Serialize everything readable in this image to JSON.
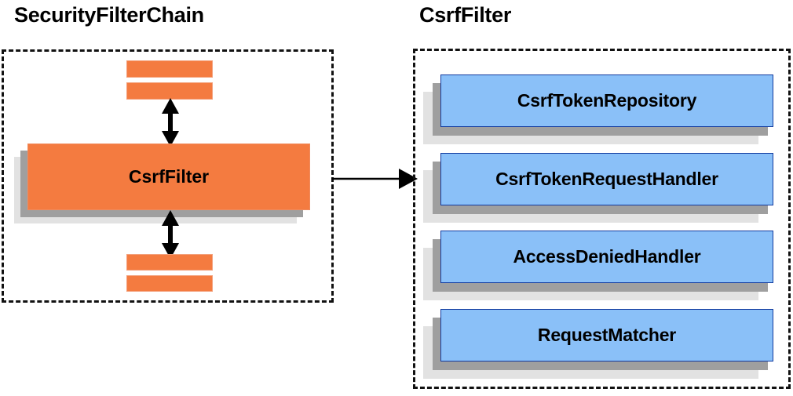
{
  "diagram": {
    "title_left": "SecurityFilterChain",
    "title_right": "CsrfFilter",
    "left_panel": {
      "name": "SecurityFilterChain",
      "filter_box_label": "CsrfFilter",
      "filter_bars_above": 2,
      "filter_bars_below": 2,
      "arrow_above_label": "",
      "arrow_below_label": ""
    },
    "right_panel": {
      "name": "CsrfFilter",
      "components": [
        {
          "label": "CsrfTokenRepository"
        },
        {
          "label": "CsrfTokenRequestHandler"
        },
        {
          "label": "AccessDeniedHandler"
        },
        {
          "label": "RequestMatcher"
        }
      ]
    },
    "connector": {
      "from": "CsrfFilter",
      "to": "CsrfFilter detail panel",
      "direction": "right"
    },
    "colors": {
      "orange": "#f47b40",
      "orange_border": "#f08a5c",
      "blue": "#8ac0f8",
      "blue_border": "#123a9e",
      "shadow_dark": "#9f9f9f",
      "shadow_light": "#e2e2e2",
      "outline": "#111111",
      "text": "#000000",
      "background": "#ffffff"
    }
  }
}
